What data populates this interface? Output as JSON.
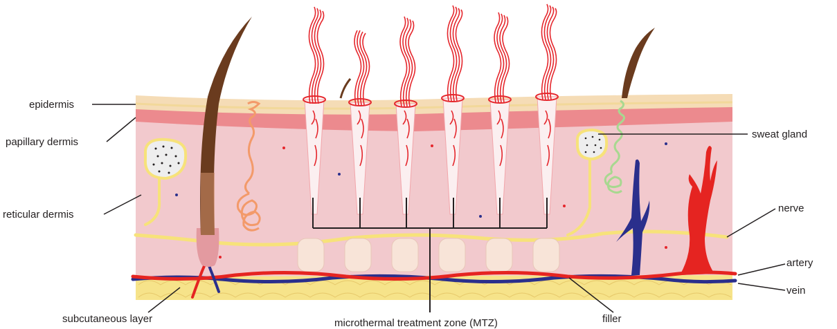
{
  "labels": {
    "epidermis": "epidermis",
    "papillary_dermis": "papillary dermis",
    "reticular_dermis": "reticular dermis",
    "subcutaneous_layer": "subcutaneous layer",
    "mtz": "microthermal treatment zone (MTZ)",
    "filler": "filler",
    "sweat_gland": "sweat gland",
    "nerve": "nerve",
    "artery": "artery",
    "vein": "vein"
  },
  "colors": {
    "epidermis": "#f5dcb6",
    "papillary_dermis": "#ec8a8e",
    "dermis": "#f2c9cd",
    "subcutaneous": "#f6e38a",
    "nerve": "#f7e27a",
    "artery": "#e52421",
    "vein": "#2a2f8c",
    "hair": "#6a3b1e",
    "sweat_gland": "#a8d890",
    "filler": "#f8e4d8",
    "mtz_fibers": "#e5262c",
    "coiled_gland": "#f39a6a",
    "leader_lines": "#231f20"
  },
  "counts": {
    "mtz_columns": 6,
    "filler_deposits": 6
  }
}
